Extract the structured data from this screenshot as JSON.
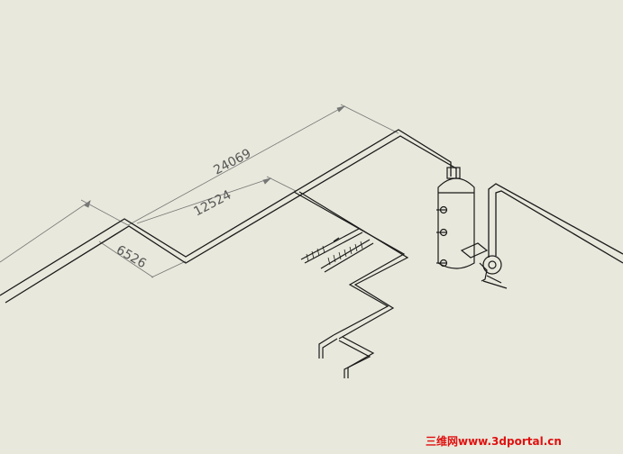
{
  "drawing": {
    "dimensions": [
      {
        "id": "dim-overall",
        "value": "24069"
      },
      {
        "id": "dim-middle",
        "value": "12524"
      },
      {
        "id": "dim-short",
        "value": "6526"
      }
    ],
    "watermark": "三维网www.3dportal.cn",
    "colors": {
      "background": "#e8e8dc",
      "pipe_line": "#1a1a1a",
      "dimension_line": "#777777",
      "watermark": "#e01010"
    }
  }
}
